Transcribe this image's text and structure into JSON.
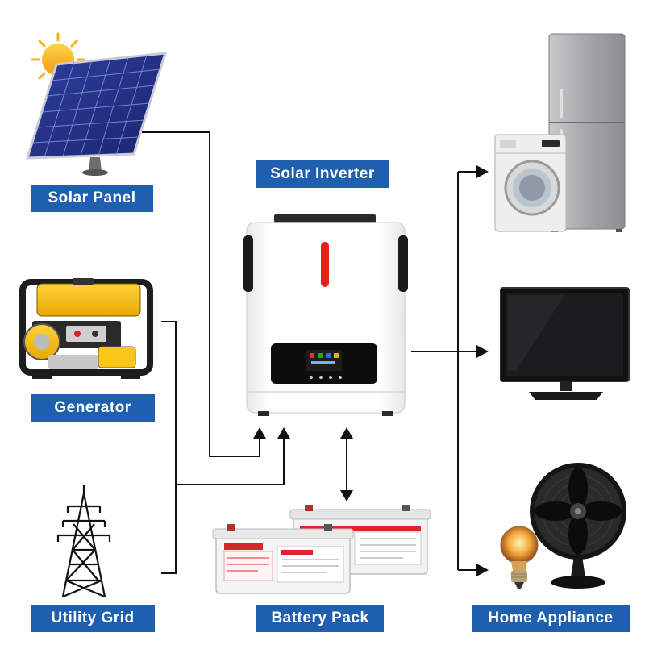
{
  "labels": {
    "solar_panel": "Solar Panel",
    "solar_inverter": "Solar Inverter",
    "generator": "Generator",
    "utility_grid": "Utility Grid",
    "battery_pack": "Battery Pack",
    "home_appliance": "Home Appliance"
  },
  "colors": {
    "label_bg": "#1f5fb0",
    "line": "#111111",
    "inverter_body": "#f4f4f4",
    "inverter_indicator": "#e2231a",
    "battery_stripe": "#d8262a",
    "appliance_gray": "#9a9a9c",
    "sun": "#f7b21a"
  },
  "icons": {
    "sun": "sun-icon",
    "solar_panel": "solar-panel-icon",
    "generator": "generator-icon",
    "tower": "power-tower-icon",
    "inverter": "inverter-icon",
    "battery": "battery-icon",
    "fridge": "refrigerator-icon",
    "washer": "washing-machine-icon",
    "tv": "television-icon",
    "bulb": "light-bulb-icon",
    "fan": "desk-fan-icon"
  }
}
